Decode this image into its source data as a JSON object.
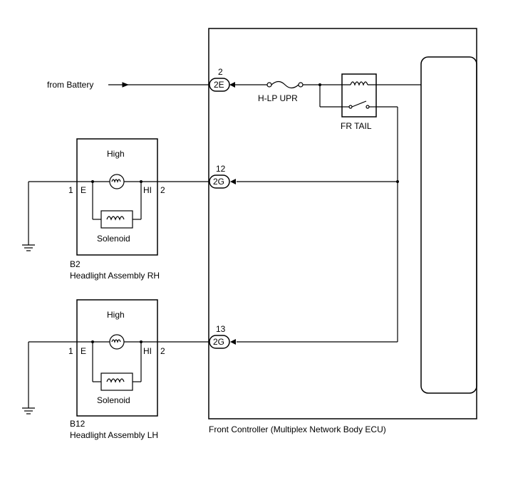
{
  "source": {
    "label": "from Battery"
  },
  "ecu": {
    "name": "Front Controller (Multiplex Network Body ECU)",
    "fuse": "H-LP UPR",
    "relay": "FR TAIL",
    "connectors": [
      {
        "pin": "2",
        "code": "2E"
      },
      {
        "pin": "12",
        "code": "2G"
      },
      {
        "pin": "13",
        "code": "2G"
      }
    ]
  },
  "headlights": [
    {
      "code": "B2",
      "name": "Headlight Assembly RH",
      "bulb_label": "High",
      "solenoid_label": "Solenoid",
      "pin_left": "1",
      "term_left": "E",
      "term_right": "HI",
      "pin_right": "2"
    },
    {
      "code": "B12",
      "name": "Headlight Assembly LH",
      "bulb_label": "High",
      "solenoid_label": "Solenoid",
      "pin_left": "1",
      "term_left": "E",
      "term_right": "HI",
      "pin_right": "2"
    }
  ]
}
